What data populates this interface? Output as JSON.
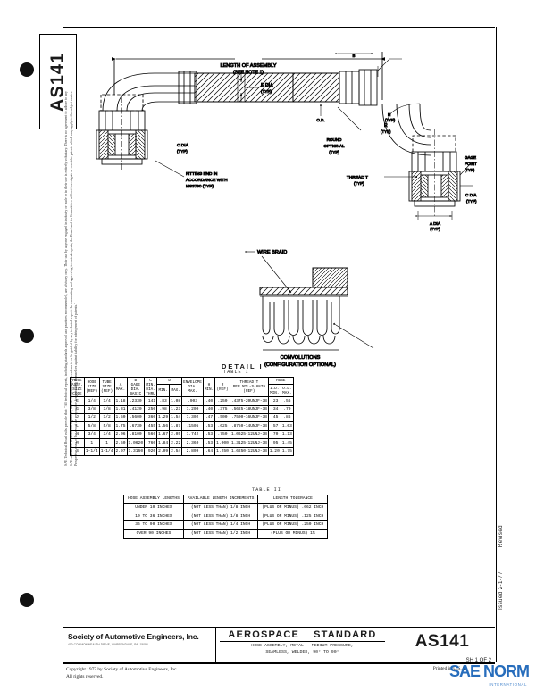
{
  "document": {
    "code": "AS141",
    "sheet": "SH 1 OF 2",
    "revised_label": "Revised",
    "issued_label": "Issued 2-1-77",
    "copyright": "Copyright 1977 by Society of Automotive Engineers, Inc.",
    "rights": "All rights reserved.",
    "printed": "Printed in U.S.A.",
    "disclaimer": "SAE Technical Board rules provide that: \"All technical reports, including standards approved and practices recommended, are advisory only. Their use by anyone engaged in industry or trade or in their use is entirely voluntary. There is no agreement to adhere to any SAE standard or recommended practice, and no commitment to conform to or be guided by any technical report. In formulating and approving technical reports, the Board and its Committees will not investigate or consider patents which may apply to the subject matter. Prospective users of the report are responsible for protecting themselves against liability for infringement of patents.\""
  },
  "title_block": {
    "organization": "Society of Automotive Engineers, Inc.",
    "address": "400 COMMONWEALTH DRIVE, WARRENDALE, PA. 15096",
    "standard_word_1": "AEROSPACE",
    "standard_word_2": "STANDARD",
    "subject_line_1": "HOSE ASSEMBLY, METAL - MEDIUM PRESSURE,",
    "subject_line_2": "SEAMLESS, WELDED, 90° TO 90°"
  },
  "watermark": {
    "main": "SAE NORM",
    "sub": "INTERNATIONAL"
  },
  "drawing": {
    "length_of_assembly": "LENGTH OF ASSEMBLY",
    "see_note": "(SEE NOTE 1)",
    "e_dia": "E DIA",
    "typ": "(TYP)",
    "fitting_end_1": "FITTING END IN",
    "fitting_end_2": "ACCORDANCE WITH",
    "fitting_end_3": "MS3760 (TYP)",
    "c_dia_label": "C DIA",
    "round_optional_1": "ROUND",
    "round_optional_2": "OPTIONAL",
    "round_optional_3": "(TYP)",
    "thread_t": "THREAD T",
    "r_label": "R",
    "h_label": "H",
    "a_label": "A",
    "d_label": "D",
    "b_label": "B",
    "gage_point_1": "GAGE",
    "gage_point_2": "POINT",
    "gage_point_3": "(TYP)",
    "wire_braid": "WIRE BRAID",
    "convolutions_1": "CONVOLUTIONS",
    "convolutions_2": "(CONFIGURATION OPTIONAL)",
    "detail_title": "DETAIL  I"
  },
  "table1": {
    "title": "TABLE I",
    "headers": {
      "hose_assy_size_code": [
        "HOSE",
        "ASSY.",
        "SIZE",
        "CODE"
      ],
      "hose_size_ref": [
        "HOSE",
        "SIZE",
        "(REF)"
      ],
      "tube_size_ref": [
        "TUBE",
        "SIZE",
        "(REF)"
      ],
      "a_max": [
        "A",
        "MAX."
      ],
      "b_gage": [
        "B",
        "GAGE",
        "DIA.",
        "BASIC"
      ],
      "c_min": [
        "C",
        "MIN.",
        "DIA.",
        "THRU"
      ],
      "d_group": "D",
      "d_min": "MIN.",
      "d_max": "MAX.",
      "envelope": [
        "ENVELOPE",
        "DIA.",
        "MAX."
      ],
      "h_min": [
        "H",
        "MIN."
      ],
      "r_ref": [
        "R",
        "(REF)"
      ],
      "thread_t": [
        "THREAD T",
        "PER MIL-S-8879",
        "(REF)"
      ],
      "hose_group": "HOSE",
      "hose_id_min": [
        "I.D.",
        "MIN."
      ],
      "hose_od_max": [
        "O.D.",
        "MAX."
      ]
    },
    "rows": [
      {
        "code": "E",
        "hose": "1/4",
        "tube": "1/4",
        "a": "1.18",
        "b": ".2330",
        "c": ".141",
        "dmin": ".83",
        "dmax": "1.08",
        "env": ".903",
        "h": ".40",
        "r": ".250",
        "thread": ".4375-20UNJF-3B",
        "id": ".23",
        "od": ".56"
      },
      {
        "code": "G",
        "hose": "3/8",
        "tube": "3/8",
        "a": "1.31",
        "b": ".4120",
        "c": ".250",
        "dmin": ".98",
        "dmax": "1.23",
        "env": "1.200",
        "h": ".40",
        "r": ".375",
        "thread": ".5625-18UNJF-3B",
        "id": ".34",
        "od": ".70"
      },
      {
        "code": "J",
        "hose": "1/2",
        "tube": "1/2",
        "a": "1.50",
        "b": ".5600",
        "c": ".360",
        "dmin": "1.29",
        "dmax": "1.54",
        "env": "1.302",
        "h": ".47",
        "r": ".500",
        "thread": ".7500-16UNJF-3B",
        "id": ".45",
        "od": ".86"
      },
      {
        "code": "L",
        "hose": "5/8",
        "tube": "5/8",
        "a": "1.75",
        "b": ".6730",
        "c": ".455",
        "dmin": "1.56",
        "dmax": "1.87",
        "env": ".1505",
        "h": ".53",
        "r": ".625",
        "thread": ".8750-14UNJF-3B",
        "id": ".57",
        "od": "1.03"
      },
      {
        "code": "N",
        "hose": "3/4",
        "tube": "3/4",
        "a": "2.06",
        "b": ".8100",
        "c": ".566",
        "dmin": "1.67",
        "dmax": "2.05",
        "env": "1.742",
        "h": ".53",
        "r": ".750",
        "thread": "1.0625-12UNJ-3B",
        "id": ".70",
        "od": "1.13"
      },
      {
        "code": "R",
        "hose": "1",
        "tube": "1",
        "a": "2.50",
        "b": "1.0620",
        "c": ".760",
        "dmin": "1.84",
        "dmax": "2.22",
        "env": "2.360",
        "h": ".53",
        "r": "1.000",
        "thread": "1.3125-12UNJ-3B",
        "id": ".95",
        "od": "1.45"
      },
      {
        "code": "S",
        "hose": "1-1/4",
        "tube": "1-1/4",
        "a": "2.97",
        "b": "1.3160",
        "c": ".920",
        "dmin": "2.09",
        "dmax": "2.54",
        "env": "2.809",
        "h": ".64",
        "r": "1.250",
        "thread": "1.6250-12UNJ-3B",
        "id": "1.20",
        "od": "1.75"
      }
    ]
  },
  "table2": {
    "title": "TABLE II",
    "headers": [
      "HOSE ASSEMBLY LENGTHS",
      "AVAILABLE LENGTH INCREMENTS",
      "LENGTH TOLERANCE"
    ],
    "rows": [
      [
        "UNDER 10 INCHES",
        "(NOT LESS THAN) 1/8 INCH",
        "(PLUS OR MINUS) .062 INCH"
      ],
      [
        "10 TO 36 INCHES",
        "(NOT LESS THAN) 1/8 INCH",
        "(PLUS OR MINUS) .125 INCH"
      ],
      [
        "36 TO 90 INCHES",
        "(NOT LESS THAN) 1/4 INCH",
        "(PLUS OR MINUS) .250 INCH"
      ],
      [
        "OVER 90 INCHES",
        "(NOT LESS THAN) 1/2 INCH",
        "(PLUS OR MINUS) 1%"
      ]
    ]
  }
}
